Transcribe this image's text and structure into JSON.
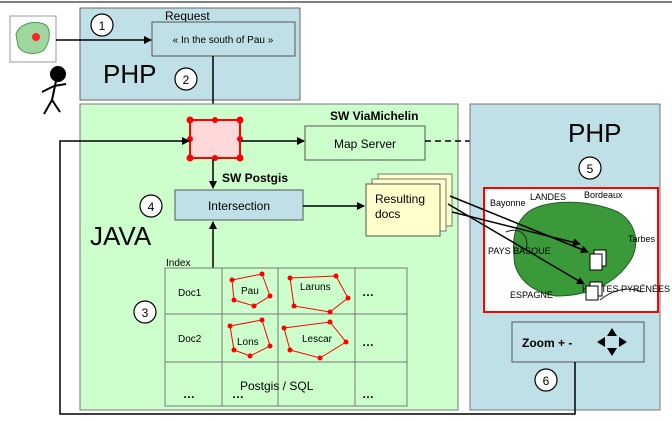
{
  "request": {
    "title": "Request",
    "query": "« In the south of Pau »",
    "php_label": "PHP"
  },
  "steps": [
    "1",
    "2",
    "3",
    "4",
    "5",
    "6"
  ],
  "java": {
    "label": "JAVA",
    "sw_viamichelin": "SW ViaMichelin",
    "map_server": "Map Server",
    "sw_postgis": "SW  Postgis",
    "intersection": "Intersection",
    "resulting_docs_line1": "Resulting",
    "resulting_docs_line2": "docs",
    "index_label": "Index",
    "grid_footer": "Postgis / SQL",
    "ellipsis": "…",
    "docs": [
      "Doc1",
      "Doc2"
    ],
    "places": [
      "Pau",
      "Laruns",
      "Lons",
      "Lescar"
    ]
  },
  "php_right": {
    "label": "PHP",
    "zoom_label": "Zoom + -",
    "map_places": [
      "Bayonne",
      "LANDES",
      "Bordeaux",
      "Tarbes",
      "PAYS BASQUE",
      "ESPAGNE",
      "HAUTES PYRÉNÉES"
    ]
  },
  "colors": {
    "php_fill": "#bfe0e6",
    "java_fill": "#ccffcc",
    "box_fill": "#bfe0e6",
    "router_fill": "#ffd9d9",
    "router_border": "#ff0000",
    "polygon_stroke": "#ff0000",
    "map_border": "#ff0000",
    "map_land": "#3a9a3a"
  }
}
